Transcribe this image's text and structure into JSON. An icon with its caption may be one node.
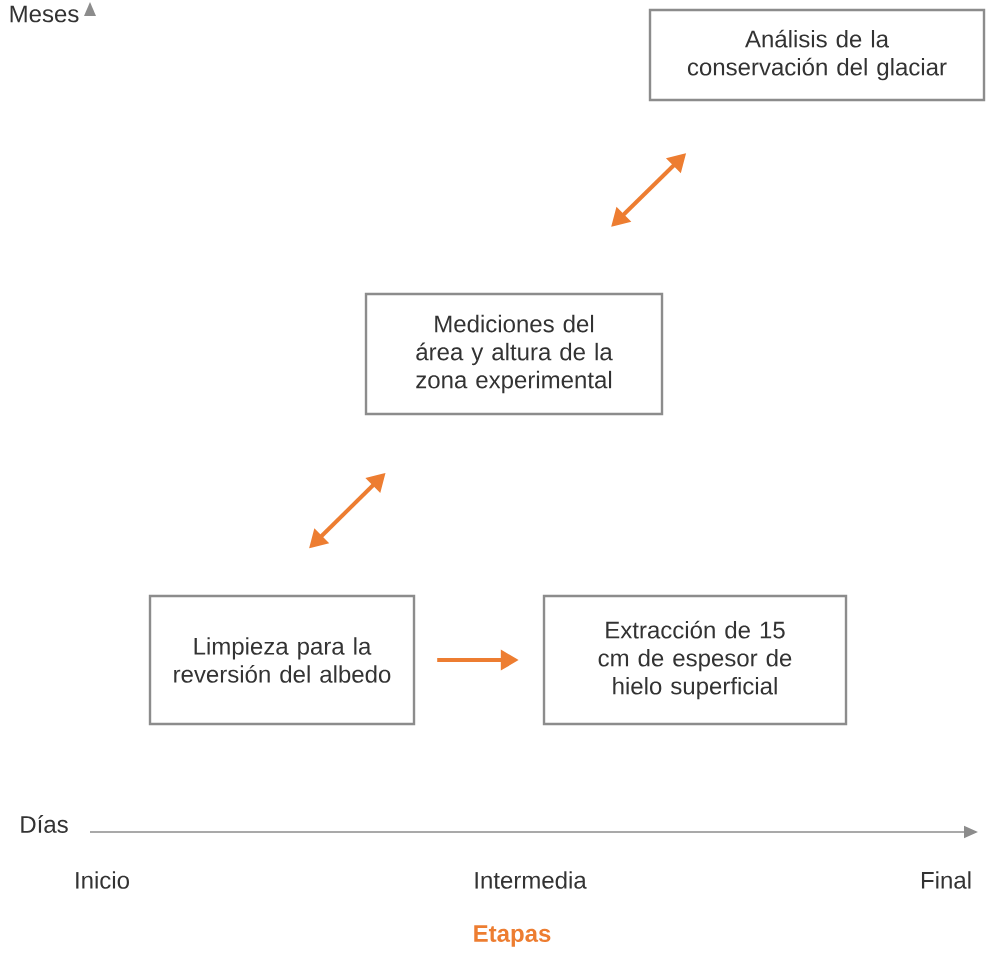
{
  "diagram": {
    "nodes": [
      {
        "text": [
          "Análisis de la conservación del glaciar"
        ]
      },
      {
        "text": [
          "Mediciones del área y altura de la zona experimental"
        ]
      },
      {
        "text": [
          "Limpieza para la reversión del albedo"
        ]
      },
      {
        "text": [
          "Extracción de 15 cm de espesor de hielo superficial"
        ]
      }
    ],
    "edges": [
      {
        "from": 2,
        "to": 1,
        "arrow": "both"
      },
      {
        "from": 1,
        "to": 0,
        "arrow": "both"
      },
      {
        "from": 2,
        "to": 3,
        "arrow": "to"
      }
    ],
    "labels": [
      "Meses",
      "Días",
      "Inicio",
      "Intermedia",
      "Final",
      "Etapas"
    ]
  }
}
